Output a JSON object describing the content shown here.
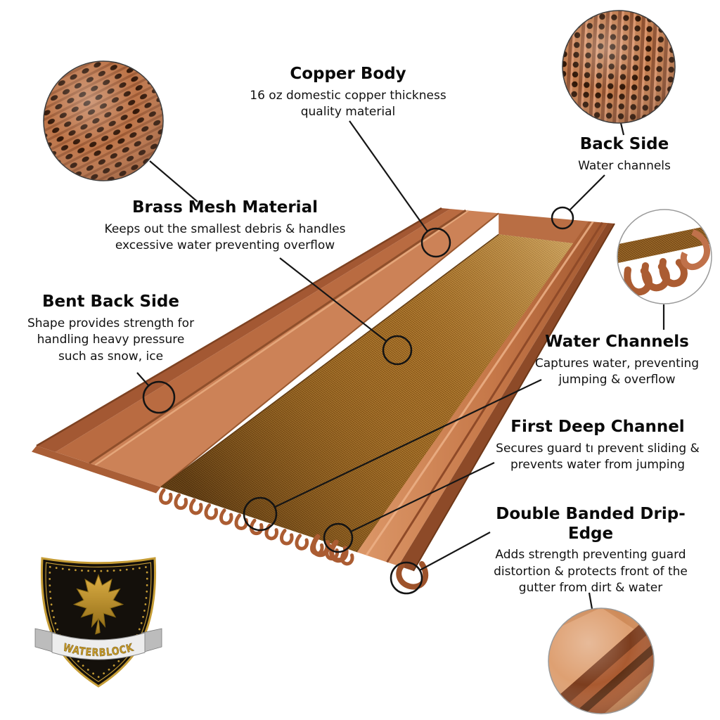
{
  "callouts": {
    "copper_body": {
      "title": "Copper Body",
      "desc": "16 oz domestic copper thickness\nquality material"
    },
    "back_side": {
      "title": "Back Side",
      "desc": "Water channels"
    },
    "brass_mesh_material": {
      "title": "Brass Mesh Material",
      "desc": "Keeps out the smallest debris & handles\nexcessive water preventing overflow"
    },
    "bent_back_side": {
      "title": "Bent Back Side",
      "desc": "Shape provides strength for\nhandling heavy pressure\nsuch as snow, ice"
    },
    "water_channels": {
      "title": "Water Channels",
      "desc": "Captures water, preventing\njumping & overflow"
    },
    "first_deep_channel": {
      "title": "First Deep Channel",
      "desc": "Secures guard tı prevent sliding &\nprevents water from jumping"
    },
    "double_banded_drip_edge": {
      "title": "Double Banded Drip-Edge",
      "desc": "Adds strength preventing guard\ndistortion & protects front of the\ngutter from dirt & water"
    }
  },
  "logo": {
    "brand": "WATERBLOCK"
  },
  "colors": {
    "copper": "#c47a4e",
    "copper_dark": "#8d4a28",
    "brass_mesh": "#c08a3c",
    "connector_line": "#161616",
    "gold": "#c59c35",
    "ribbon": "#ededed",
    "background": "#ffffff"
  }
}
